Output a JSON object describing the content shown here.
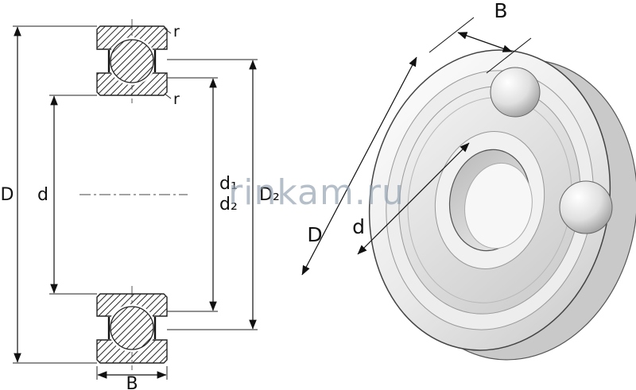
{
  "watermark": "rinkam.ru",
  "left_view": {
    "dim_D": "D",
    "dim_d": "d",
    "dim_d1": "d₁",
    "dim_d2": "d₂",
    "dim_D2": "D₂",
    "dim_B": "B",
    "radius_top": "r",
    "radius_bottom": "r"
  },
  "right_view": {
    "dim_B": "B",
    "dim_D": "D",
    "dim_d": "d"
  }
}
